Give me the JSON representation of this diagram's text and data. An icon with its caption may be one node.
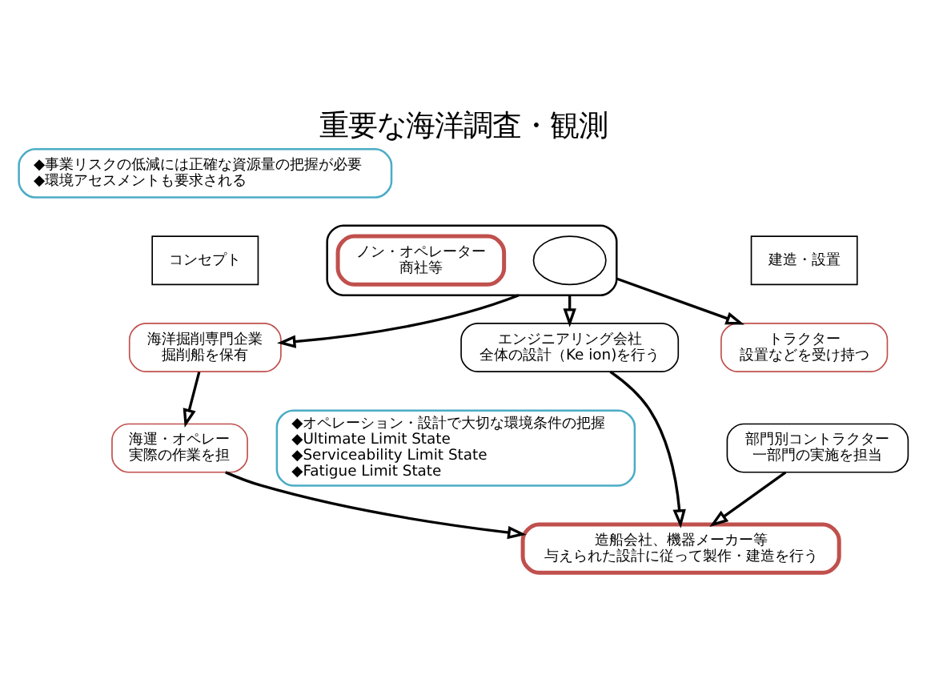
{
  "diagram": {
    "title": "重要な海洋調査・観測",
    "nodes": [
      {
        "text": [],
        "shape": "box"
      },
      {
        "text": [],
        "shape": "ellipse",
        "in": 0
      },
      {
        "text": [
          "ノン・オペレーター",
          "商社等"
        ],
        "in": 0
      },
      {
        "text": [
          "◆事業リスクの低減には正確な資源量の把握が必要",
          "◆環境アセスメントも要求される"
        ]
      },
      {
        "text": [
          "コンセプト"
        ]
      },
      {
        "text": [
          "海洋掘削専門企業",
          "掘削船を保有"
        ]
      },
      {
        "text": [
          "エンジニアリング会社",
          "全体の設計（Ke ion)を行う"
        ]
      },
      {
        "text": [
          "建造・設置"
        ]
      },
      {
        "text": [
          "◆オペレーション・設計で大切な環境条件の把握",
          "◆Ultimate Limit State",
          "◆Serviceability Limit State",
          "◆Fatigue Limit State"
        ]
      },
      {
        "text": [
          "トラクター",
          "設置などを受け持つ"
        ]
      },
      {
        "text": [
          "海運・オペレー",
          "実際の作業を担"
        ]
      },
      {
        "text": [
          "部門別コントラクター",
          "一部門の実施を担当"
        ]
      },
      {
        "text": [
          "造船会社、機器メーカー等",
          "与えられた設計に従って製作・建造を行う"
        ]
      }
    ],
    "edges": [
      {
        "from": 0,
        "to": 5,
        "arrow": "to"
      },
      {
        "from": 0,
        "to": 6,
        "arrow": "to"
      },
      {
        "from": 0,
        "to": 9,
        "arrow": "to"
      },
      {
        "from": 5,
        "to": 10,
        "arrow": "to"
      },
      {
        "from": 10,
        "to": 12,
        "arrow": "to"
      },
      {
        "from": 6,
        "to": 12,
        "arrow": "to"
      },
      {
        "from": 11,
        "to": 12,
        "arrow": "to"
      }
    ]
  }
}
